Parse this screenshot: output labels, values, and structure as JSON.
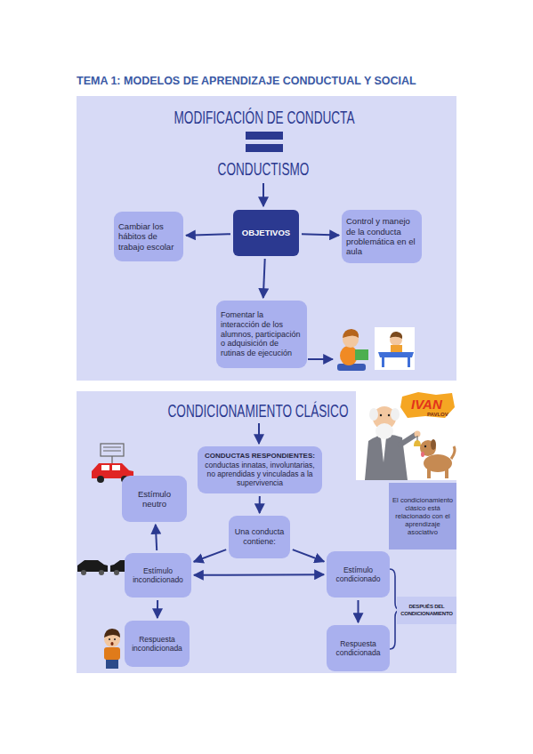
{
  "diagram": {
    "title": "TEMA 1: MODELOS DE APRENDIZAJE CONDUCTUAL Y SOCIAL",
    "nodes": [
      {
        "text": [
          "MODIFICACIÓN DE CONDUCTA",
          "CONDUCTISMO"
        ]
      },
      {
        "text": [
          "Cambiar los hábitos de trabajo escolar"
        ],
        "in": 0
      },
      {
        "text": [
          "OBJETIVOS"
        ],
        "in": 0
      },
      {
        "text": [
          "Control y manejo de la conducta problemática en el aula"
        ],
        "in": 0
      },
      {
        "text": [
          "Fomentar la interacción de los alumnos, participación o adquisición de rutinas de ejecución"
        ],
        "in": 0
      },
      {
        "text": [
          "CONDICIONAMIENTO CLÁSICO"
        ]
      },
      {
        "text": [
          "CONDUCTAS RESPONDIENTES:",
          "conductas innatas, involuntarias, no aprendidas y vinculadas a la supervivencia"
        ],
        "in": 5
      },
      {
        "text": [
          "Estímulo neutro"
        ],
        "in": 5
      },
      {
        "text": [
          "El condicionamiento clásico está relacionado con el aprendizaje asociativo"
        ],
        "in": 5
      },
      {
        "text": [
          "Una conducta contiene:"
        ],
        "in": 5
      },
      {
        "text": [
          "Estímulo incondicionado"
        ],
        "in": 5
      },
      {
        "text": [
          "Estímulo condicionado"
        ],
        "in": 5
      },
      {
        "text": [
          "DESPUÉS DEL CONDICIONAMIENTO"
        ],
        "in": 5
      },
      {
        "text": [
          "Respuesta incondicionada"
        ],
        "in": 5
      },
      {
        "text": [
          "Respuesta condicionada"
        ],
        "in": 5
      }
    ],
    "edges": [
      {
        "from": 2,
        "to": 1,
        "arrow": "to"
      },
      {
        "from": 2,
        "to": 3,
        "arrow": "to"
      },
      {
        "from": 2,
        "to": 4,
        "arrow": "to"
      },
      {
        "from": 6,
        "to": 9,
        "arrow": "to"
      },
      {
        "from": 9,
        "to": 10,
        "arrow": "to"
      },
      {
        "from": 9,
        "to": 11,
        "arrow": "to"
      },
      {
        "from": 10,
        "to": 7,
        "arrow": "to"
      },
      {
        "from": 10,
        "to": 11,
        "arrow": "both"
      },
      {
        "from": 10,
        "to": 13,
        "arrow": "to"
      },
      {
        "from": 11,
        "to": 14,
        "arrow": "to"
      }
    ],
    "labels": [
      "IVAN",
      "PAVLOV"
    ]
  }
}
